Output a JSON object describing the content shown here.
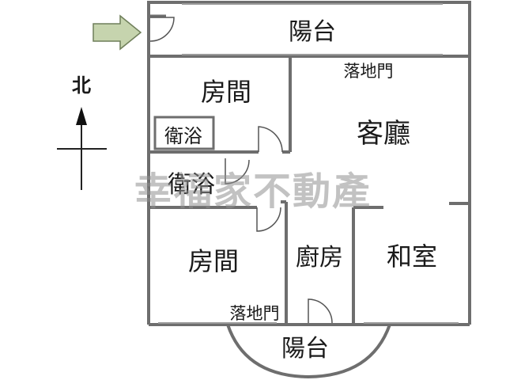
{
  "rooms": {
    "balcony_top": "陽台",
    "bedroom_top": "房間",
    "bath_small": "衛浴",
    "living": "客廳",
    "bath_mid": "衛浴",
    "bedroom_bottom": "房間",
    "kitchen": "廚房",
    "tatami": "和室",
    "balcony_bottom": "陽台"
  },
  "labels": {
    "french_door_top": "落地門",
    "french_door_bottom": "落地門"
  },
  "compass": {
    "north": "北"
  },
  "watermark": "幸福家不動產",
  "colors": {
    "wall": "#6e6e6e",
    "arrow_fill": "#c6d4ae",
    "arrow_stroke": "#6f7f5a",
    "watermark": "#8f8f8f"
  }
}
